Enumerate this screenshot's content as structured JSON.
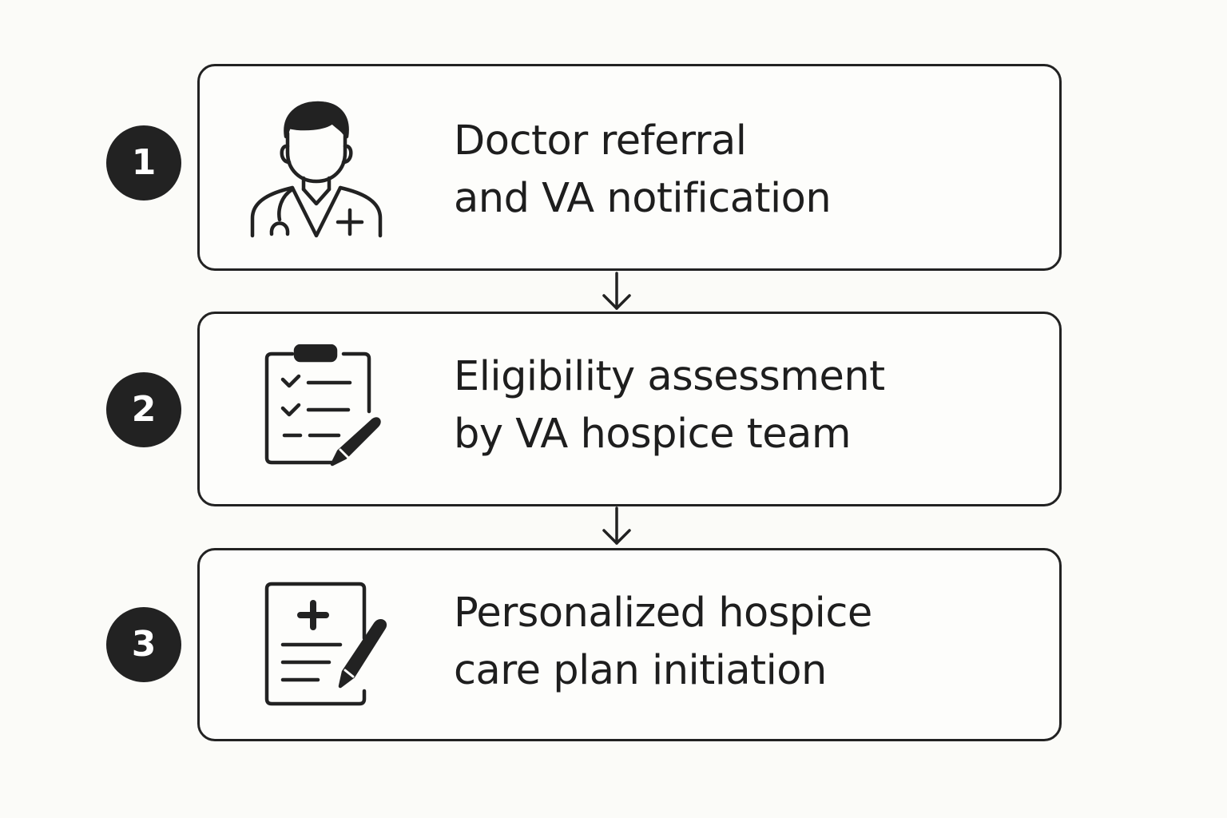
{
  "steps": [
    {
      "number": "1",
      "line1": "Doctor referral",
      "line2": "and VA notification",
      "icon": "doctor-icon"
    },
    {
      "number": "2",
      "line1": "Eligibility assessment",
      "line2": "by VA hospice team",
      "icon": "clipboard-checklist-icon"
    },
    {
      "number": "3",
      "line1": "Personalized hospice",
      "line2": "care plan initiation",
      "icon": "medical-document-pen-icon"
    }
  ],
  "colors": {
    "background": "#fbfbf8",
    "ink": "#222222",
    "badge_text": "#ffffff"
  }
}
